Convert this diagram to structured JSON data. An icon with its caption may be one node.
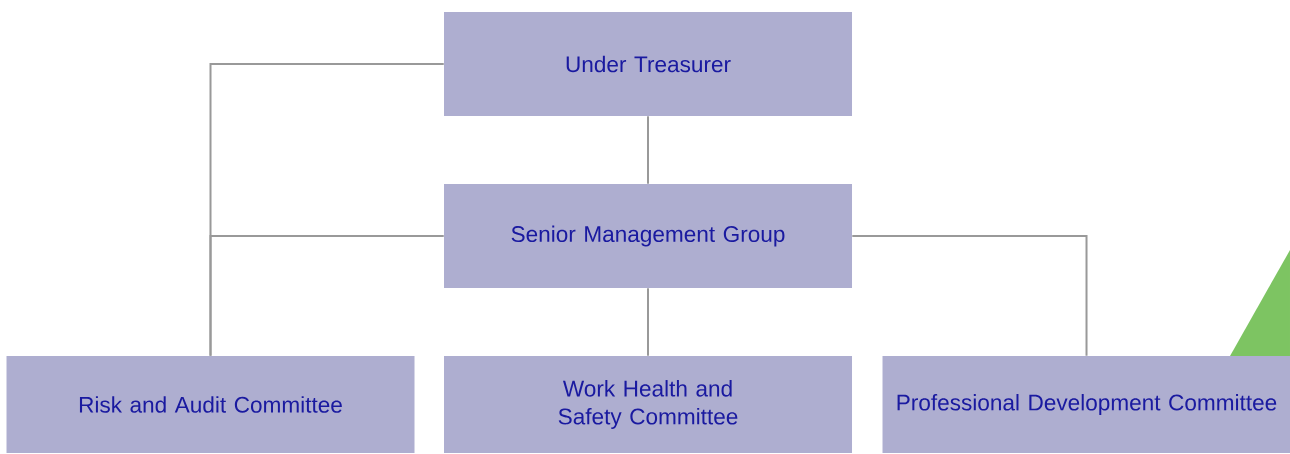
{
  "diagram": {
    "nodes": [
      {
        "text": [
          "Under Treasurer"
        ]
      },
      {
        "text": [
          "Senior Management Group"
        ]
      },
      {
        "text": [
          "Risk and Audit Committee"
        ]
      },
      {
        "text": [
          "Work Health and Safety Committee"
        ]
      },
      {
        "text": [
          "Professional Development Committee"
        ]
      }
    ],
    "edges": [
      {
        "from": 0,
        "to": 1,
        "arrow": "none"
      },
      {
        "from": 0,
        "to": 2,
        "arrow": "none"
      },
      {
        "from": 1,
        "to": 2,
        "arrow": "none"
      },
      {
        "from": 1,
        "to": 3,
        "arrow": "none"
      },
      {
        "from": 1,
        "to": 4,
        "arrow": "none"
      }
    ]
  }
}
